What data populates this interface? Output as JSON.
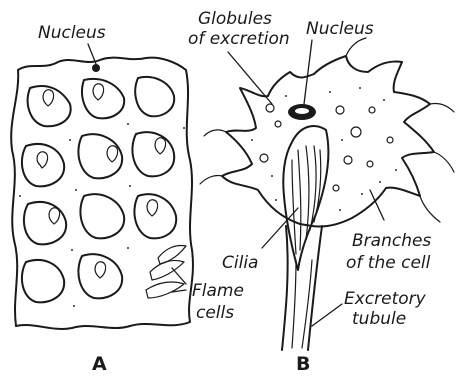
{
  "panels": {
    "a": {
      "letter": "A",
      "labels": {
        "nucleus": "Nucleus",
        "flame_cells_line1": "Flame",
        "flame_cells_line2": "cells"
      }
    },
    "b": {
      "letter": "B",
      "labels": {
        "globules_line1": "Globules",
        "globules_line2": "of excretion",
        "nucleus": "Nucleus",
        "cilia": "Cilia",
        "branches_line1": "Branches",
        "branches_line2": "of the cell",
        "tubule_line1": "Excretory",
        "tubule_line2": "tubule"
      }
    }
  }
}
